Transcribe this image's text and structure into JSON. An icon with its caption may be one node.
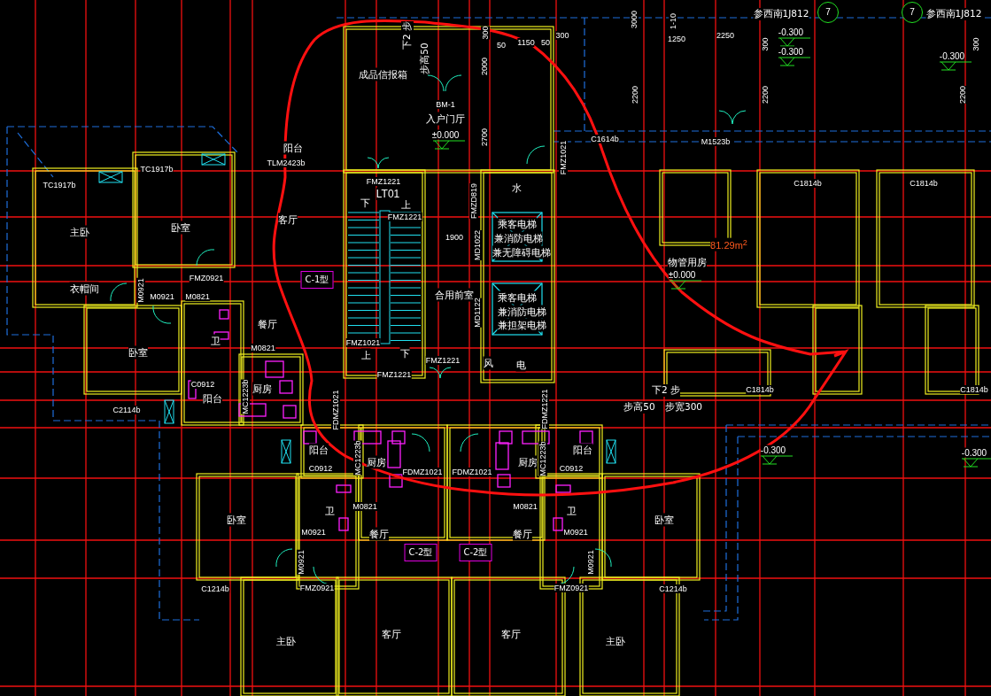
{
  "diagram": {
    "labels": [
      "下2 步",
      "步高50",
      "300",
      "50",
      "1150",
      "50",
      "300",
      "3000",
      "1-10",
      "1250",
      "2250",
      "参西南1J812",
      "7",
      "7",
      "参西南1J812",
      "-0.300",
      "300",
      "-0.300",
      "-0.300",
      "300",
      "成品信报箱",
      "2000",
      "2200",
      "2200",
      "2200",
      "BM-1",
      "入户门厅",
      "±0.000",
      "2700",
      "C1614b",
      "M1523b",
      "阳台",
      "FMZ1021",
      "TLM2423b",
      "TC1917b",
      "TC1917b",
      "FMZ1221",
      "C1814b",
      "C1814b",
      "水",
      "LT01",
      "FMZD819",
      "下",
      "上",
      "主卧",
      "卧室",
      "客厅",
      "FMZ1221",
      "乘客电梯",
      "1900",
      "兼消防电梯",
      "MD1022",
      "81.29m$^{2}$",
      "兼无障碍电梯",
      "物管用房",
      "±0.000",
      "FMZ0921",
      "C-1型",
      "衣帽间",
      "M0921",
      "M0921",
      "M0821",
      "合用前室",
      "乘客电梯",
      "兼消防电梯",
      "MD1122",
      "餐厅",
      "兼担架电梯",
      "卫",
      "FMZ1021",
      "M0821",
      "卧室",
      "上",
      "下",
      "FMZ1221",
      "风",
      "电",
      "FMZ1221",
      "C0912",
      "厨房",
      "下2 步",
      "C1814b",
      "C1814b",
      "MC1223b",
      "阳台",
      "步高50",
      "步宽300",
      "FDMZ1021",
      "FDMZ1221",
      "C2114b",
      "阳台",
      "-0.300",
      "阳台",
      "-0.300",
      "MC1223b",
      "厨房",
      "厨房",
      "MC1223b",
      "C0912",
      "FDMZ1021",
      "FDMZ1021",
      "C0912",
      "M0821",
      "M0821",
      "卫",
      "卫",
      "卧室",
      "卧室",
      "M0921",
      "餐厅",
      "餐厅",
      "M0921",
      "C-2型",
      "C-2型",
      "M0921",
      "M0921",
      "C1214b",
      "FMZ0921",
      "FMZ0921",
      "C1214b",
      "客厅",
      "客厅",
      "主卧",
      "主卧"
    ]
  }
}
